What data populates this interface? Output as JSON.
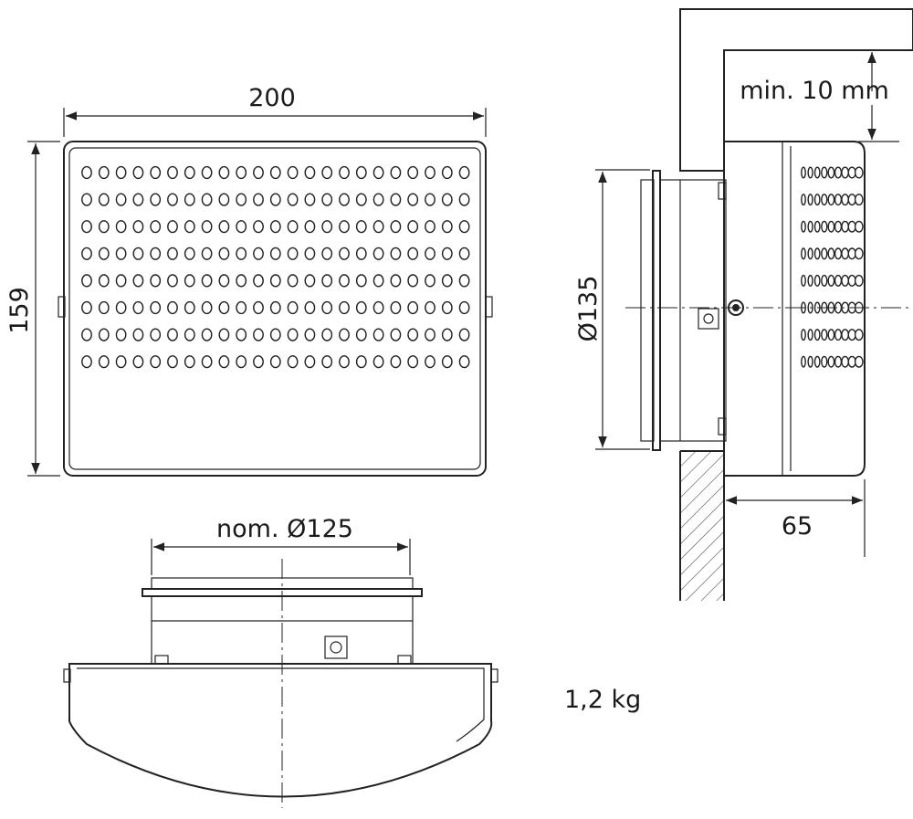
{
  "dimensions": {
    "width": "200",
    "height": "159",
    "diameter_outer": "Ø135",
    "depth": "65",
    "wall_clearance": "min. 10 mm",
    "nominal_diameter": "nom. Ø125"
  },
  "weight": "1,2 kg",
  "grille": {
    "rows": 8,
    "columns": 23,
    "side_columns": 9
  },
  "colors": {
    "line": "#222222",
    "hatch": "#555555",
    "background": "#ffffff"
  }
}
